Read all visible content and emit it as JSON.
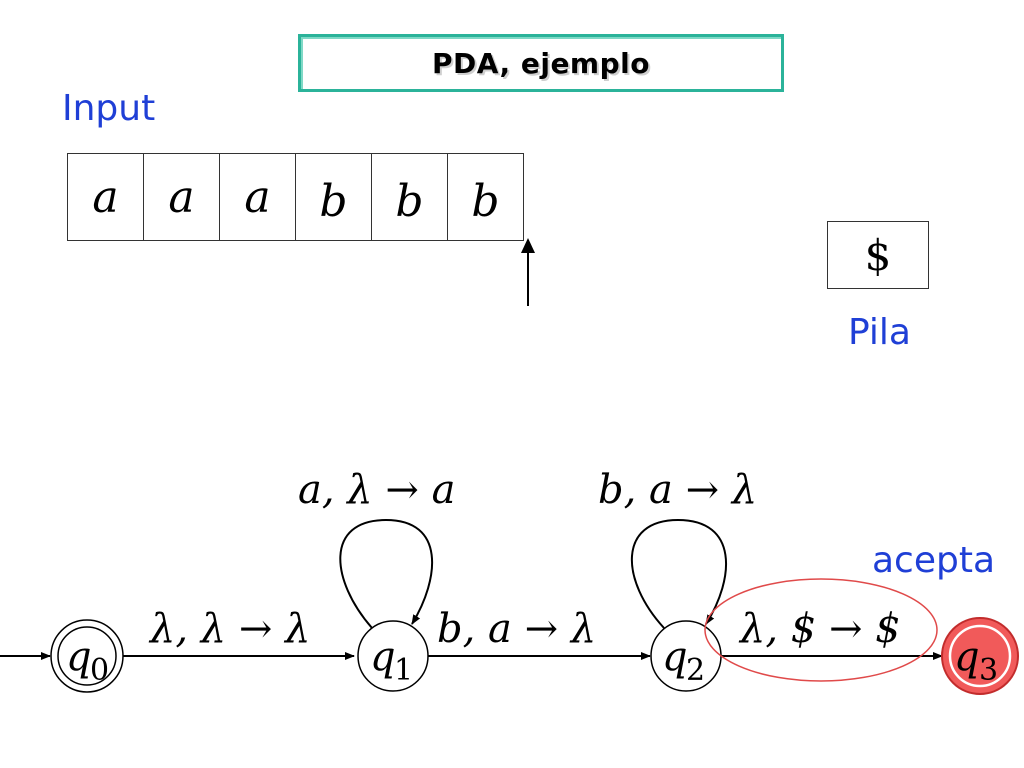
{
  "title": "PDA, ejemplo",
  "input_label": "Input",
  "pila_label": "Pila",
  "acepta_label": "acepta",
  "tape": [
    "a",
    "a",
    "a",
    "b",
    "b",
    "b"
  ],
  "stack": [
    "$"
  ],
  "states": [
    {
      "name": "q",
      "sub": "0",
      "initial": true,
      "accept": false
    },
    {
      "name": "q",
      "sub": "1",
      "initial": false,
      "accept": false
    },
    {
      "name": "q",
      "sub": "2",
      "initial": false,
      "accept": false
    },
    {
      "name": "q",
      "sub": "3",
      "initial": false,
      "accept": true
    }
  ],
  "transitions": {
    "q0_q1": "λ, λ → λ",
    "q1_loop": "a, λ → a",
    "q1_q2": "b, a → λ",
    "q2_loop": "b, a → λ",
    "q2_q3": "λ, $ → $"
  },
  "colors": {
    "title_border": "#2bb39a",
    "label_blue": "#1f3fd6",
    "accept_fill": "#f15a5a",
    "highlight": "#e04a4a"
  }
}
